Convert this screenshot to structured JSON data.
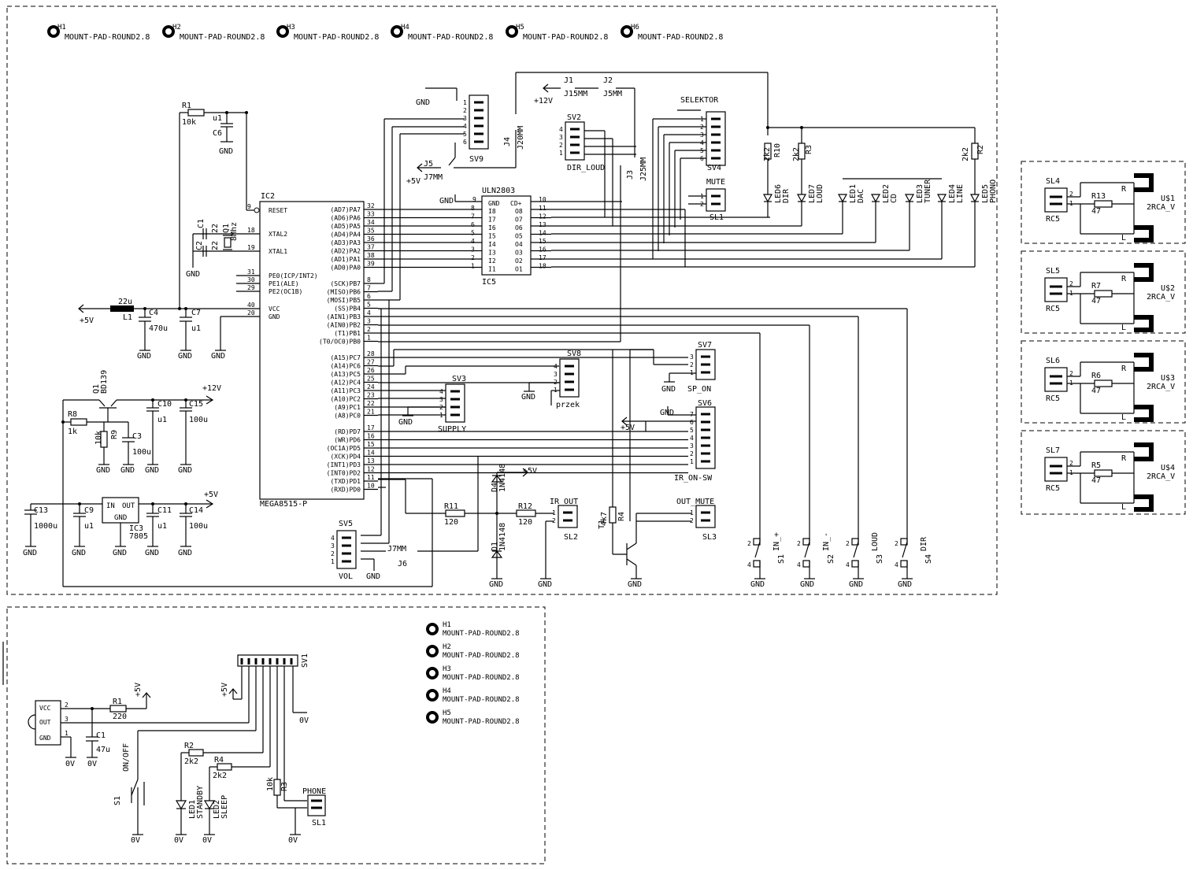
{
  "mount_pads_top": [
    {
      "ref": "H1",
      "value": "MOUNT-PAD-ROUND2.8"
    },
    {
      "ref": "H2",
      "value": "MOUNT-PAD-ROUND2.8"
    },
    {
      "ref": "H3",
      "value": "MOUNT-PAD-ROUND2.8"
    },
    {
      "ref": "H4",
      "value": "MOUNT-PAD-ROUND2.8"
    },
    {
      "ref": "H5",
      "value": "MOUNT-PAD-ROUND2.8"
    },
    {
      "ref": "H6",
      "value": "MOUNT-PAD-ROUND2.8"
    }
  ],
  "mount_pads_bottom": [
    {
      "ref": "H1",
      "value": "MOUNT-PAD-ROUND2.8"
    },
    {
      "ref": "H2",
      "value": "MOUNT-PAD-ROUND2.8"
    },
    {
      "ref": "H3",
      "value": "MOUNT-PAD-ROUND2.8"
    },
    {
      "ref": "H4",
      "value": "MOUNT-PAD-ROUND2.8"
    },
    {
      "ref": "H5",
      "value": "MOUNT-PAD-ROUND2.8"
    }
  ],
  "mcu": {
    "ref": "IC2",
    "part": "MEGA8515-P",
    "left_pins": [
      {
        "num": "9",
        "name": "RESET"
      },
      {
        "num": "18",
        "name": "XTAL2"
      },
      {
        "num": "19",
        "name": "XTAL1"
      },
      {
        "num": "31",
        "name": "PE0(ICP/INT2)"
      },
      {
        "num": "30",
        "name": "PE1(ALE)"
      },
      {
        "num": "29",
        "name": "PE2(OC1B)"
      },
      {
        "num": "40",
        "name": "VCC"
      },
      {
        "num": "20",
        "name": "GND"
      }
    ],
    "right_pins_a": [
      {
        "num": "32",
        "name": "(AD7)PA7"
      },
      {
        "num": "33",
        "name": "(AD6)PA6"
      },
      {
        "num": "34",
        "name": "(AD5)PA5"
      },
      {
        "num": "35",
        "name": "(AD4)PA4"
      },
      {
        "num": "36",
        "name": "(AD3)PA3"
      },
      {
        "num": "37",
        "name": "(AD2)PA2"
      },
      {
        "num": "38",
        "name": "(AD1)PA1"
      },
      {
        "num": "39",
        "name": "(AD0)PA0"
      }
    ],
    "right_pins_b": [
      {
        "num": "8",
        "name": "(SCK)PB7"
      },
      {
        "num": "7",
        "name": "(MISO)PB6"
      },
      {
        "num": "6",
        "name": "(MOSI)PB5"
      },
      {
        "num": "5",
        "name": "(SS)PB4"
      },
      {
        "num": "4",
        "name": "(AIN1)PB3"
      },
      {
        "num": "3",
        "name": "(AIN0)PB2"
      },
      {
        "num": "2",
        "name": "(T1)PB1"
      },
      {
        "num": "1",
        "name": "(T0/OC0)PB0"
      }
    ],
    "right_pins_c": [
      {
        "num": "28",
        "name": "(A15)PC7"
      },
      {
        "num": "27",
        "name": "(A14)PC6"
      },
      {
        "num": "26",
        "name": "(A13)PC5"
      },
      {
        "num": "25",
        "name": "(A12)PC4"
      },
      {
        "num": "24",
        "name": "(A11)PC3"
      },
      {
        "num": "23",
        "name": "(A10)PC2"
      },
      {
        "num": "22",
        "name": "(A9)PC1"
      },
      {
        "num": "21",
        "name": "(A8)PC0"
      }
    ],
    "right_pins_d": [
      {
        "num": "17",
        "name": "(RD)PD7"
      },
      {
        "num": "16",
        "name": "(WR)PD6"
      },
      {
        "num": "15",
        "name": "(OC1A)PD5"
      },
      {
        "num": "14",
        "name": "(XCK)PD4"
      },
      {
        "num": "13",
        "name": "(INT1)PD3"
      },
      {
        "num": "12",
        "name": "(INT0)PD2"
      },
      {
        "num": "11",
        "name": "(TXD)PD1"
      },
      {
        "num": "10",
        "name": "(RXD)PD0"
      }
    ]
  },
  "driver": {
    "ref": "IC5",
    "part": "ULN2803",
    "top_left": "GND",
    "top_right": "CD+",
    "top_left_num": "9",
    "top_right_num": "10",
    "pins": [
      {
        "in": "I8",
        "out": "O8",
        "lnum": "8",
        "rnum": "11"
      },
      {
        "in": "I7",
        "out": "O7",
        "lnum": "7",
        "rnum": "12"
      },
      {
        "in": "I6",
        "out": "O6",
        "lnum": "6",
        "rnum": "13"
      },
      {
        "in": "I5",
        "out": "O5",
        "lnum": "5",
        "rnum": "14"
      },
      {
        "in": "I4",
        "out": "O4",
        "lnum": "4",
        "rnum": "15"
      },
      {
        "in": "I3",
        "out": "O3",
        "lnum": "3",
        "rnum": "16"
      },
      {
        "in": "I2",
        "out": "O2",
        "lnum": "2",
        "rnum": "17"
      },
      {
        "in": "I1",
        "out": "O1",
        "lnum": "1",
        "rnum": "18"
      }
    ]
  },
  "labels": {
    "gnd": "GND",
    "plus5v": "+5V",
    "plus12v": "+12V",
    "zero_v": "0V",
    "r1": "R1",
    "r1v": "10k",
    "c6": "C6",
    "c6v": "u1",
    "c1": "C1",
    "c2": "C2",
    "c1v": "22",
    "c2v": "22",
    "q1": "Q1",
    "q1v": "8Mhz",
    "l1": "L1",
    "l1v": "22u",
    "c4": "C4",
    "c4v": "470u",
    "c7": "C7",
    "c7v": "u1",
    "qt": "Q1",
    "qtv": "BD139",
    "r8": "R8",
    "r8v": "1k",
    "r9": "R9",
    "r9v": "10k",
    "c3": "C3",
    "c3v": "100u",
    "c10": "C10",
    "c10v": "u1",
    "c15": "C15",
    "c15v": "100u",
    "c13": "C13",
    "c13v": "1000u",
    "c9": "C9",
    "c9v": "u1",
    "ic3": "IC3",
    "ic3v": "7805",
    "ic3in": "IN",
    "ic3out": "OUT",
    "ic3gnd": "GND",
    "c11": "C11",
    "c11v": "u1",
    "c14": "C14",
    "c14v": "100u",
    "sv9": "SV9",
    "sv2": "SV2",
    "sv2v": "DIR_LOUD",
    "sv4": "SV4",
    "selektor": "SELEKTOR",
    "j1": "J1",
    "j1v": "J15MM",
    "j2": "J2",
    "j2v": "J5MM",
    "j3": "J3",
    "j3v": "J25MM",
    "j4": "J4",
    "j4v": "J20MM",
    "j5": "J5",
    "j5v": "J7MM",
    "j6": "J6",
    "j6v": "J7MM",
    "mute": "MUTE",
    "sl1": "SL1",
    "r10": "R10",
    "r10v": "2k2",
    "r3": "R3",
    "r3v": "2k2",
    "r2": "R2",
    "r2v": "2k2",
    "leds": [
      {
        "ref": "LED6",
        "name": "DIR"
      },
      {
        "ref": "LED7",
        "name": "LOUD"
      },
      {
        "ref": "LED1",
        "name": "DAC"
      },
      {
        "ref": "LED2",
        "name": "CD"
      },
      {
        "ref": "LED3",
        "name": "TUNER"
      },
      {
        "ref": "LED4",
        "name": "LINE"
      },
      {
        "ref": "LED5",
        "name": "PHONO"
      }
    ],
    "sv8": "SV8",
    "sv8v": "przek",
    "sv7": "SV7",
    "sv7v": "SP_ON",
    "sv3": "SV3",
    "sv3v": "SUPPLY",
    "sv6": "SV6",
    "sv6v": "IR_ON-SW",
    "d4": "D4",
    "d4v": "1N4148",
    "d1": "D1",
    "d1v": "1N4148",
    "r11": "R11",
    "r11v": "120",
    "r12": "R12",
    "r12v": "120",
    "ir_out": "IR_OUT",
    "sl2": "SL2",
    "r4": "R4",
    "r4v": "4k7",
    "t1": "T1",
    "out_mute": "OUT_MUTE",
    "sl3": "SL3",
    "sv5": "SV5",
    "vol": "VOL",
    "switches": [
      {
        "ref": "S1",
        "name": "IN_+"
      },
      {
        "ref": "S2",
        "name": "IN_-"
      },
      {
        "ref": "S3",
        "name": "LOUD"
      },
      {
        "ref": "S4",
        "name": "DIR"
      }
    ]
  },
  "rca_blocks": [
    {
      "sl": "SL4",
      "rc": "RC5",
      "r": "R13",
      "rv": "47",
      "u": "U$1",
      "uv": "2RCA_V",
      "rl": "R",
      "ll": "L"
    },
    {
      "sl": "SL5",
      "rc": "RC5",
      "r": "R7",
      "rv": "47",
      "u": "U$2",
      "uv": "2RCA_V",
      "rl": "R",
      "ll": "L"
    },
    {
      "sl": "SL6",
      "rc": "RC5",
      "r": "R6",
      "rv": "47",
      "u": "U$3",
      "uv": "2RCA_V",
      "rl": "R",
      "ll": "L"
    },
    {
      "sl": "SL7",
      "rc": "RC5",
      "r": "R5",
      "rv": "47",
      "u": "U$4",
      "uv": "2RCA_V",
      "rl": "R",
      "ll": "L"
    }
  ],
  "remote": {
    "ir_vcc": "VCC",
    "ir_out": "OUT",
    "ir_gnd": "GND",
    "r1": "R1",
    "r1v": "220",
    "c1": "C1",
    "c1v": "47u",
    "sv1": "SV1",
    "r2": "R2",
    "r2v": "2k2",
    "r4": "R4",
    "r4v": "2k2",
    "r3": "R3",
    "r3v": "10k",
    "s1": "S1",
    "s1v": "ON/OFF",
    "led1": "LED1",
    "led1v": "STANDBY",
    "led2": "LED2",
    "led2v": "SLEEP",
    "phone": "PHONE",
    "sl1": "SL1"
  }
}
